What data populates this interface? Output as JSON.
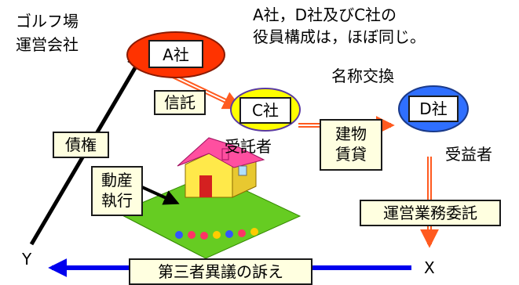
{
  "labels": {
    "golf_line1": "ゴルフ場",
    "golf_line2": "運営会社",
    "note_line1": "A社，D社及びC社の",
    "note_line2": "役員構成は，ほぼ同じ。",
    "name_exchange": "名称交換",
    "trustee": "受託者",
    "beneficiary": "受益者",
    "y": "Y",
    "x": "X"
  },
  "nodes": {
    "a": "A社",
    "c": "C社",
    "d": "D社"
  },
  "boxes": {
    "trust": "信託",
    "claim": "債権",
    "attach_1": "動産",
    "attach_2": "執行",
    "lease_1": "建物",
    "lease_2": "賃貸",
    "consign": "運営業務委託",
    "lawsuit": "第三者異議の訴え"
  },
  "colors": {
    "a_fill": "#ff3300",
    "c_fill": "#ffff00",
    "d_fill": "#2f6fff",
    "arrow_orange": "#ff5a1f",
    "arrow_blue": "#0000ee",
    "box_fill": "#ffffe0"
  }
}
